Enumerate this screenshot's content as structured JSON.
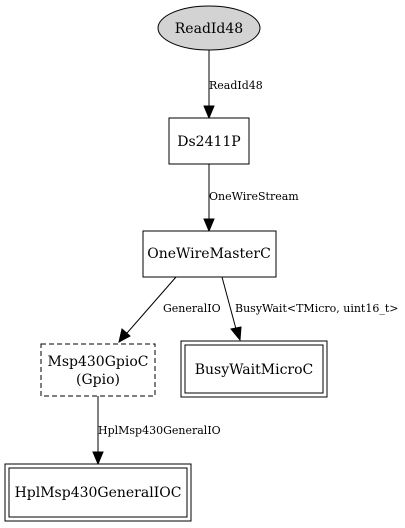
{
  "nodes": {
    "readid48": {
      "label": "ReadId48",
      "fill": "#d3d3d3"
    },
    "ds2411p": {
      "label": "Ds2411P"
    },
    "onewiremasterc": {
      "label": "OneWireMasterC"
    },
    "msp430gpioc": {
      "label_line1": "Msp430GpioC",
      "label_line2": "(Gpio)"
    },
    "busywaitmicroc": {
      "label": "BusyWaitMicroC"
    },
    "hplmsp430generalioc": {
      "label": "HplMsp430GeneralIOC"
    }
  },
  "edges": {
    "readid48_to_ds2411p": {
      "label": "ReadId48"
    },
    "ds2411p_to_onewiremasterc": {
      "label": "OneWireStream"
    },
    "onewiremasterc_to_msp430gpioc": {
      "label": "GeneralIO"
    },
    "onewiremasterc_to_busywaitmicroc": {
      "label": "BusyWait<TMicro, uint16_t>"
    },
    "msp430gpioc_to_hplmsp430generalioc": {
      "label": "HplMsp430GeneralIO"
    }
  }
}
